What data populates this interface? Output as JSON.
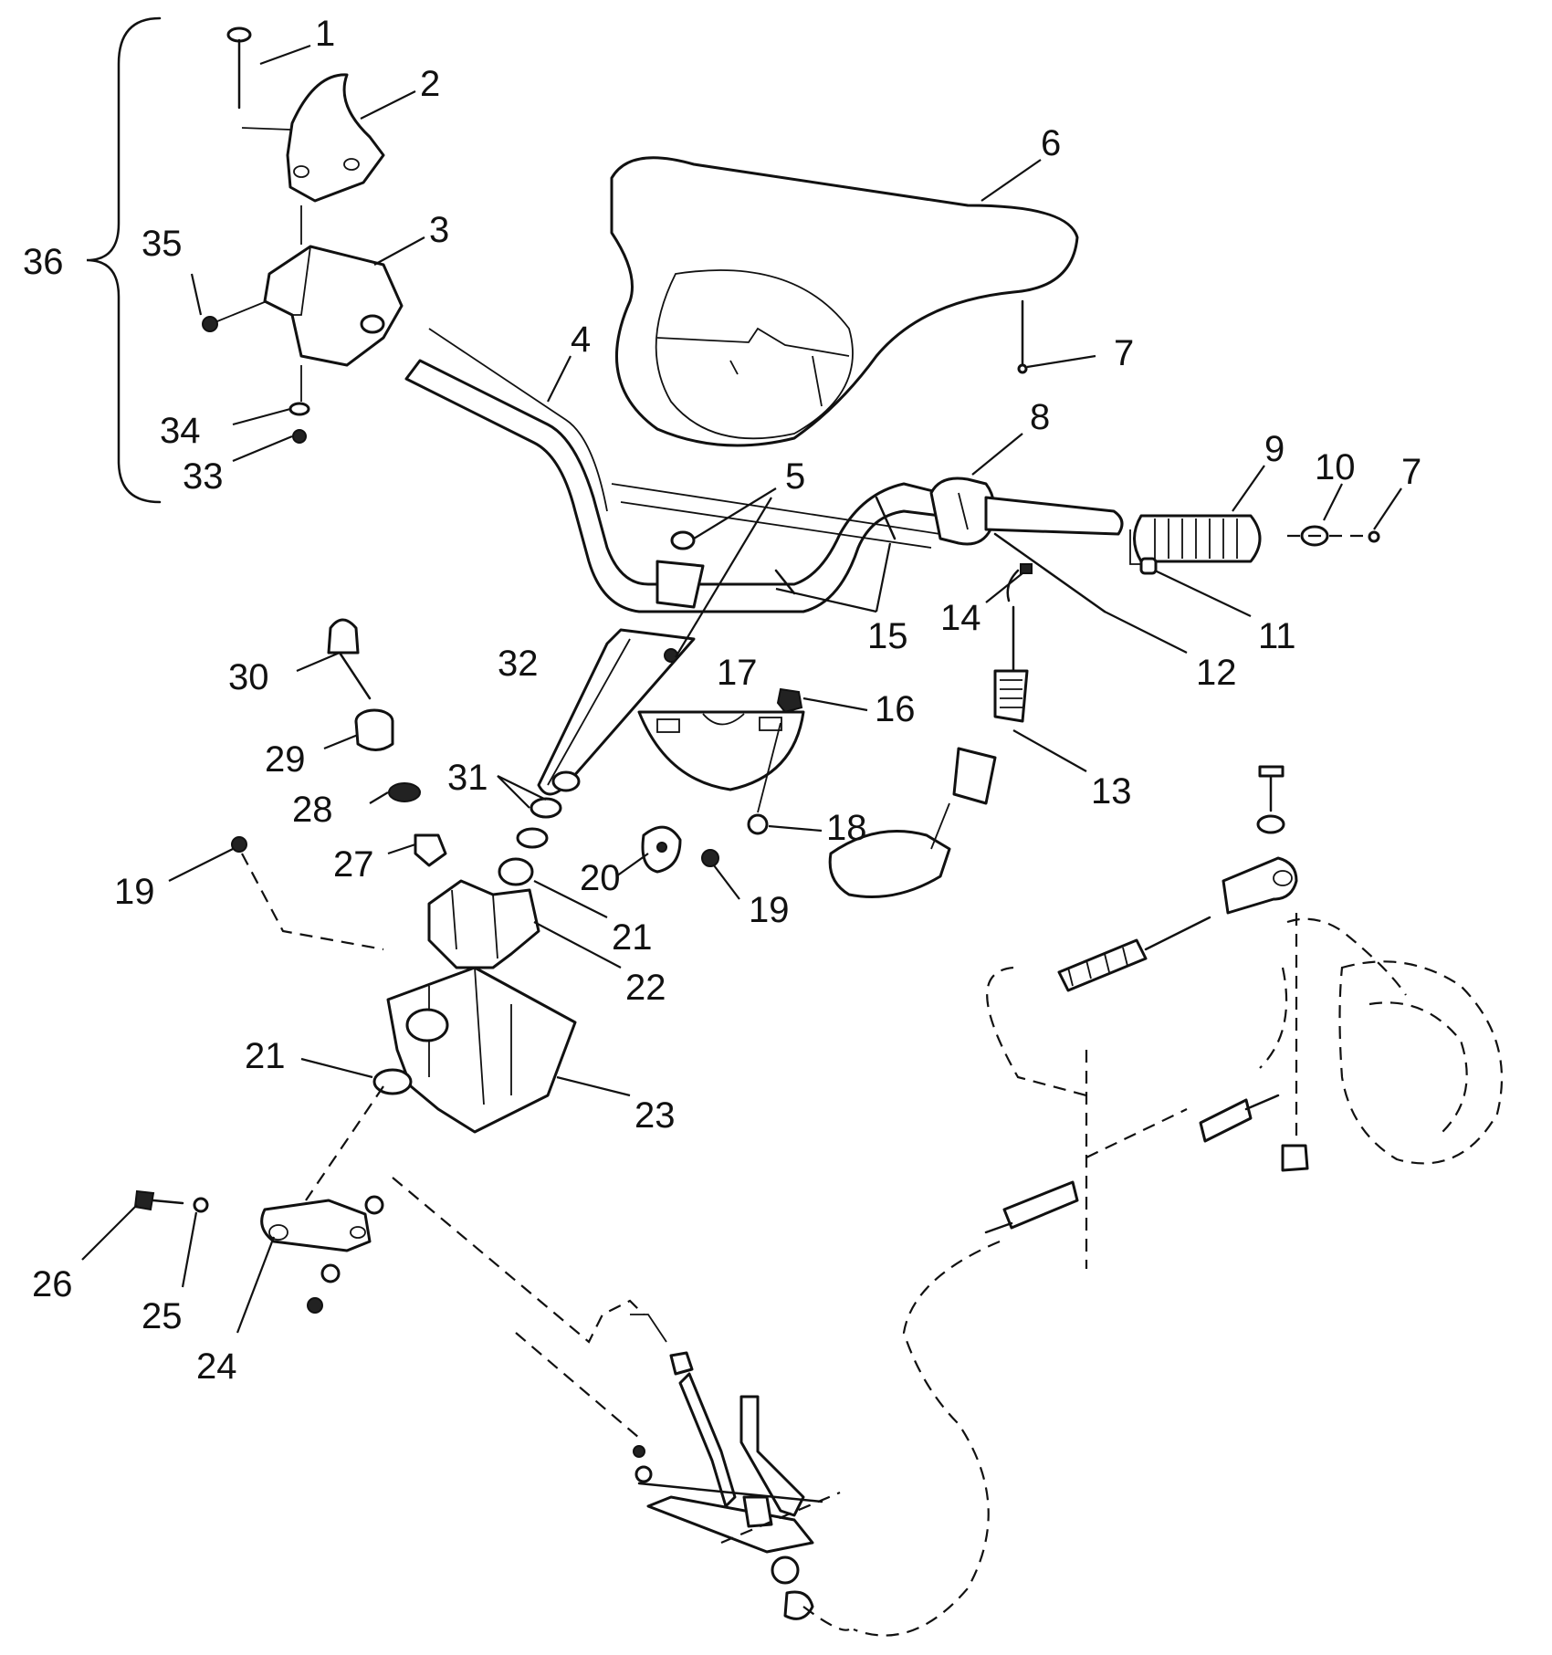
{
  "callouts": {
    "c1": "1",
    "c2": "2",
    "c3": "3",
    "c4": "4",
    "c5": "5",
    "c6": "6",
    "c7a": "7",
    "c7b": "7",
    "c8": "8",
    "c9": "9",
    "c10": "10",
    "c11": "11",
    "c12": "12",
    "c13": "13",
    "c14": "14",
    "c15": "15",
    "c16": "16",
    "c17": "17",
    "c18": "18",
    "c19a": "19",
    "c19b": "19",
    "c20": "20",
    "c21a": "21",
    "c21b": "21",
    "c22": "22",
    "c23": "23",
    "c24": "24",
    "c25": "25",
    "c26": "26",
    "c27": "27",
    "c28": "28",
    "c29": "29",
    "c30": "30",
    "c31": "31",
    "c32": "32",
    "c33": "33",
    "c34": "34",
    "c35": "35",
    "c36": "36"
  },
  "colors": {
    "ink": "#111111",
    "paper": "#ffffff"
  }
}
